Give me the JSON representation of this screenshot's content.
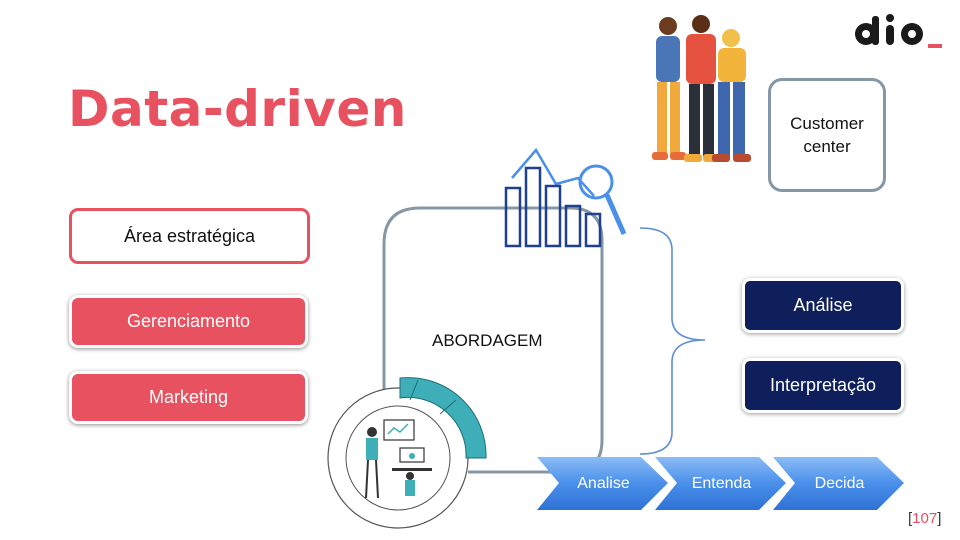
{
  "title": "Data-driven",
  "logo": {
    "icon": "dio-logo-icon"
  },
  "left_boxes": {
    "outline": "Área estratégica",
    "management": "Gerenciamento",
    "marketing": "Marketing"
  },
  "customer_center": "Customer center",
  "approach_label": "ABORDAGEM",
  "right_boxes": {
    "analysis": "Análise",
    "interpretation": "Interpretação"
  },
  "steps": [
    "Analise",
    "Entenda",
    "Decida"
  ],
  "page_number": "107",
  "colors": {
    "accent_red": "#e8515f",
    "navy": "#0f1f5c",
    "chevron_blue": "#4a8fea",
    "teal": "#3eaeb8",
    "frame_gray": "#8597a4"
  }
}
